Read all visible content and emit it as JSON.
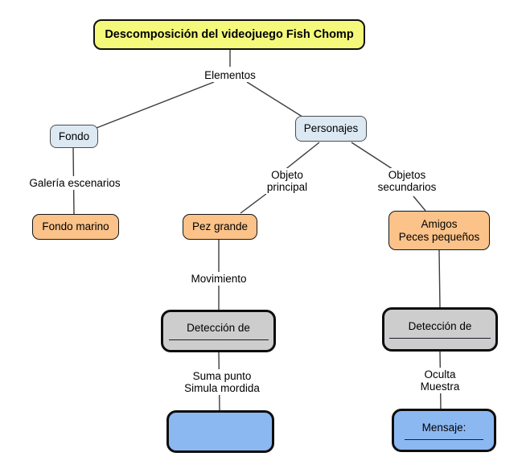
{
  "colors": {
    "title_fill": "#f4f97c",
    "category_fill": "#dce9f3",
    "item_fill": "#fbc289",
    "process_fill": "#cdcdcd",
    "output_fill": "#8cb8f2",
    "line": "#3d3d3d"
  },
  "nodes": {
    "title": "Descomposición del videojuego Fish Chomp",
    "elementos": "Elementos",
    "fondo": "Fondo",
    "personajes": "Personajes",
    "fondo_marino": "Fondo marino",
    "pez_grande": "Pez grande",
    "amigos": "Amigos\nPeces pequeños",
    "deteccion_izquierda": "Detección de",
    "deteccion_derecha": "Detección de",
    "mensaje": "Mensaje:"
  },
  "edge_labels": {
    "galeria_escenarios": "Galería escenarios",
    "objeto_principal": "Objeto\nprincipal",
    "objetos_secundarios": "Objetos\nsecundarios",
    "movimiento": "Movimiento",
    "suma_punto": "Suma punto\nSimula mordida",
    "oculta_muestra": "Oculta\nMuestra"
  }
}
